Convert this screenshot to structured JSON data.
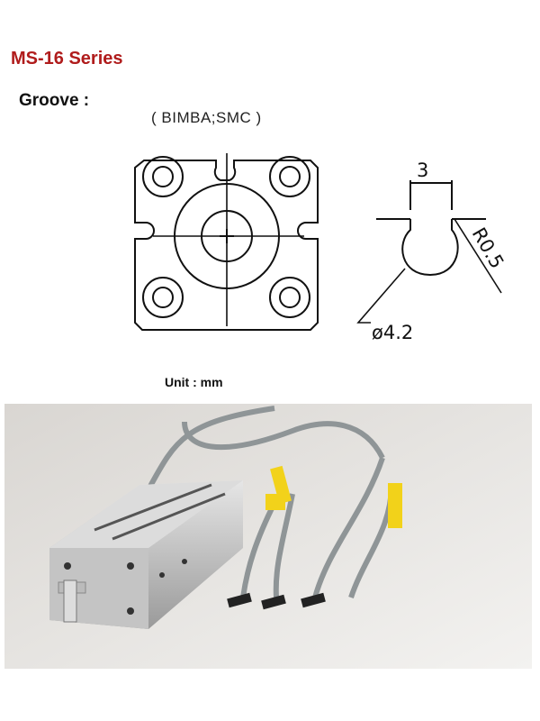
{
  "header": {
    "title": "MS-16 Series",
    "title_color": "#b01c1c"
  },
  "section": {
    "label": "Groove :",
    "brand_note": "( BIMBA;SMC )"
  },
  "drawing": {
    "width_dim": "3",
    "radius_dim": "R0.5",
    "diameter_dim": "ø4.2"
  },
  "footer": {
    "unit": "Unit : mm"
  },
  "photo": {
    "sleeve_color": "#f2d21a"
  }
}
